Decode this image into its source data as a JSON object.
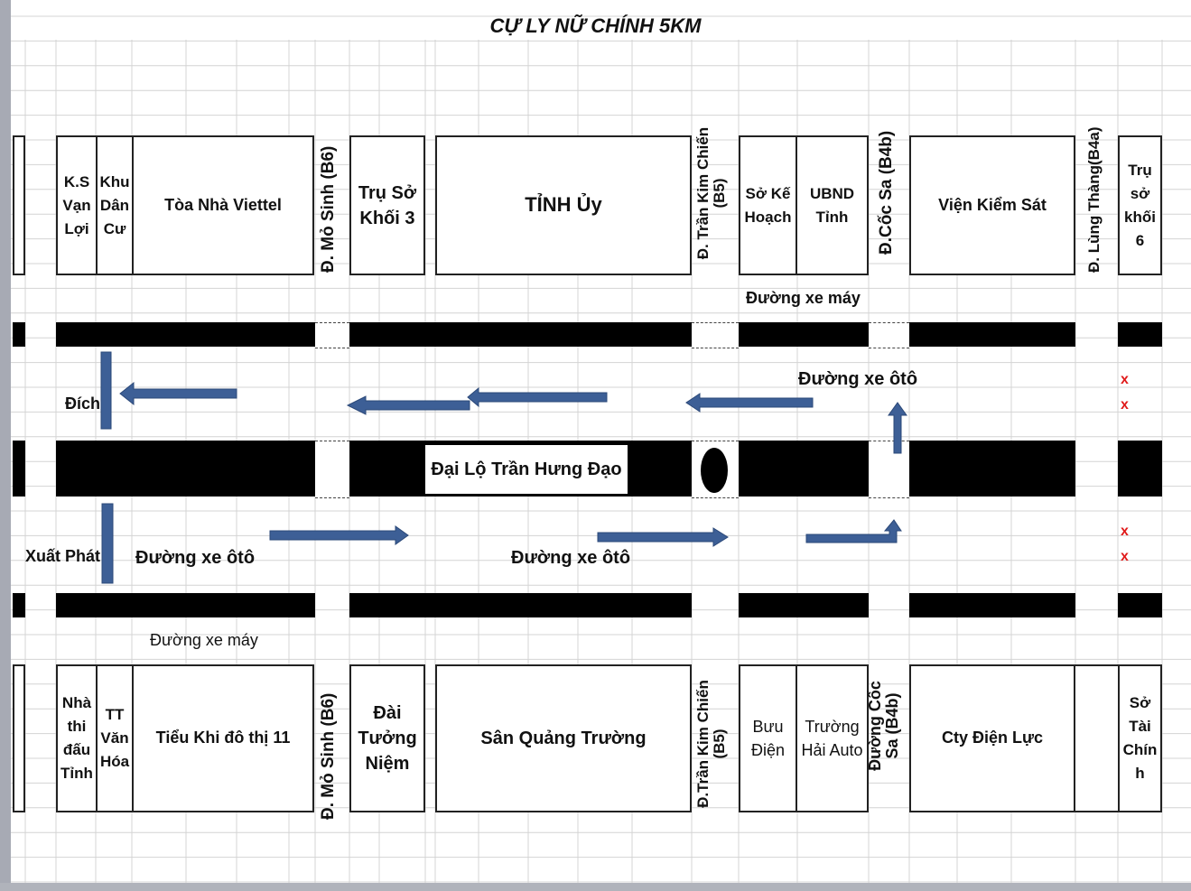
{
  "title": "CỰ LY NỮ CHÍNH 5KM",
  "colors": {
    "road": "#000000",
    "arrow": "#3d5f96",
    "mark": "#e01b1b"
  },
  "top_buildings": {
    "ks_van_loi": "K.S\nVạn\nLợi",
    "khu_dan_cu": "Khu\nDân\nCư",
    "toa_nha_viettel": "Tòa Nhà Viettel",
    "tru_so_khoi_3": "Trụ Sở\nKhối 3",
    "tinh_uy": "TỈNH Ủy",
    "so_ke_hoach": "Sở Kế\nHoạch",
    "ubnd_tinh": "UBND\nTỉnh",
    "vien_kiem_sat": "Viện Kiểm Sát",
    "tru_so_khoi_6": "Trụ\nsở\nkhối\n6"
  },
  "top_streets": {
    "mo_sinh": "Đ. Mỏ Sinh (B6)",
    "tran_kim_chien": "Đ. Trần Kim Chiến\n(B5)",
    "coc_sa": "Đ.Cốc Sa (B4b)",
    "lung_thang": "Đ. Lùng Thàng(B4a)"
  },
  "bottom_buildings": {
    "nha_thi_dau": "Nhà\nthi\nđấu\nTỉnh",
    "tt_van_hoa": "TT\nVăn\nHóa",
    "tieu_khi": "Tiểu Khi đô thị 11",
    "dai_tuong_niem": "Đài\nTưởng\nNiệm",
    "san_quang_truong": "Sân Quảng Trường",
    "buu_dien": "Bưu\nĐiện",
    "truong_hai_auto": "Trường\nHải Auto",
    "cty_dien_luc": "Cty Điện Lực",
    "so_tai_chinh": "Sở\nTài\nChín\nh"
  },
  "bottom_streets": {
    "mo_sinh": "Đ. Mỏ Sinh (B6)",
    "tran_kim_chien": "Đ.Trần Kim Chiến\n(B5)",
    "coc_sa": "Đường Cốc\nSa (B4b)"
  },
  "labels": {
    "duong_xe_may_top": "Đường xe máy",
    "duong_xe_oto_upper": "Đường xe ôtô",
    "dich": "Đích",
    "dai_lo": "Đại Lộ Trần Hưng Đạo",
    "xuat_phat": "Xuất Phát",
    "duong_xe_oto_lower_left": "Đường xe ôtô",
    "duong_xe_oto_lower_mid": "Đường xe ôtô",
    "duong_xe_may_bottom": "Đường xe máy",
    "x_mark": "x"
  }
}
